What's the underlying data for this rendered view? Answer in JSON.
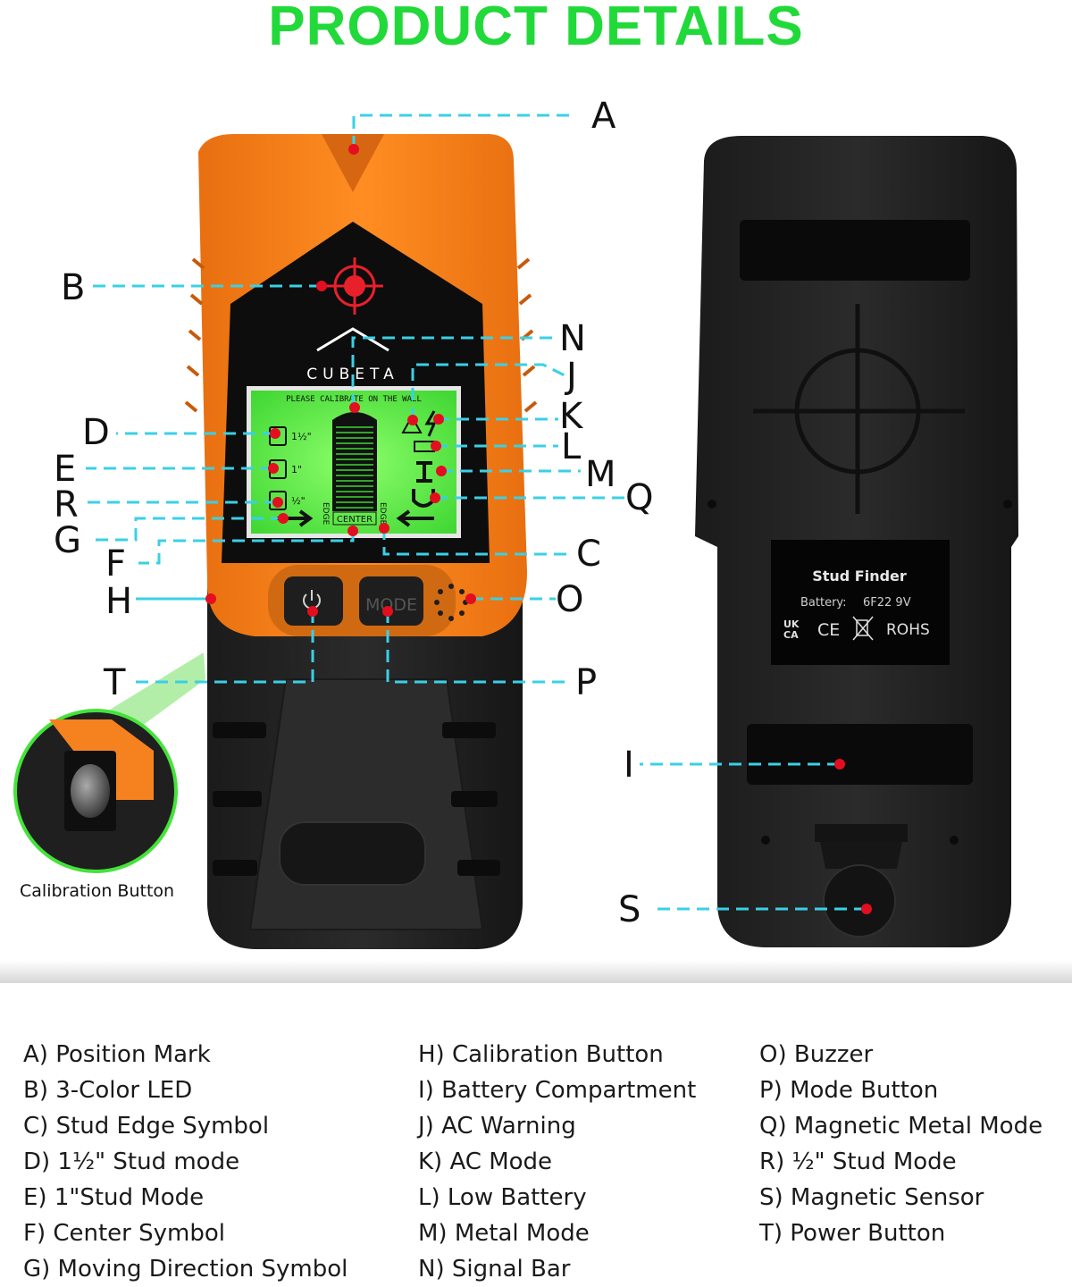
{
  "title": "PRODUCT DETAILS",
  "front": {
    "brand": "CUBETA",
    "lcd": {
      "calibrate_text": "PLEASE CALIBRATE ON THE WALL",
      "edge_left": "EDGE",
      "center": "CENTER",
      "edge_right": "EDGE",
      "depth_1_5": "1½\"",
      "depth_1": "1\"",
      "depth_0_5": "½\""
    },
    "mode_button": "MODE"
  },
  "callouts": {
    "A": "A",
    "B": "B",
    "C": "C",
    "D": "D",
    "E": "E",
    "F": "F",
    "G": "G",
    "H": "H",
    "I": "I",
    "J": "J",
    "K": "K",
    "L": "L",
    "M": "M",
    "N": "N",
    "O": "O",
    "P": "P",
    "Q": "Q",
    "R": "R",
    "S": "S",
    "T": "T"
  },
  "calibration_caption": "Calibration Button",
  "back": {
    "label_title": "Stud Finder",
    "battery_label": "Battery:",
    "battery_value": "6F22  9V",
    "cert_ukca_top": "UK",
    "cert_ukca_bottom": "CA",
    "cert_ce": "CE",
    "cert_rohs": "ROHS"
  },
  "legend": {
    "col1": [
      "A) Position Mark",
      "B) 3-Color LED",
      "C) Stud Edge Symbol",
      "D) 1½\" Stud mode",
      "E) 1\"Stud Mode",
      "F) Center Symbol",
      "G) Moving Direction Symbol"
    ],
    "col2": [
      "H) Calibration Button",
      "I) Battery Compartment",
      "J) AC Warning",
      "K) AC Mode",
      "L) Low Battery",
      "M) Metal Mode",
      "N) Signal Bar"
    ],
    "col3": [
      "O) Buzzer",
      "P) Mode Button",
      "Q) Magnetic Metal Mode",
      "R) ½\" Stud Mode",
      "S) Magnetic Sensor",
      "T) Power Button"
    ]
  },
  "colors": {
    "title_green": "#22d93a",
    "device_orange": "#f6821f",
    "lcd_green": "#5cf24a",
    "leader_cyan": "#3ad0e6",
    "marker_red": "#e30e1f"
  }
}
